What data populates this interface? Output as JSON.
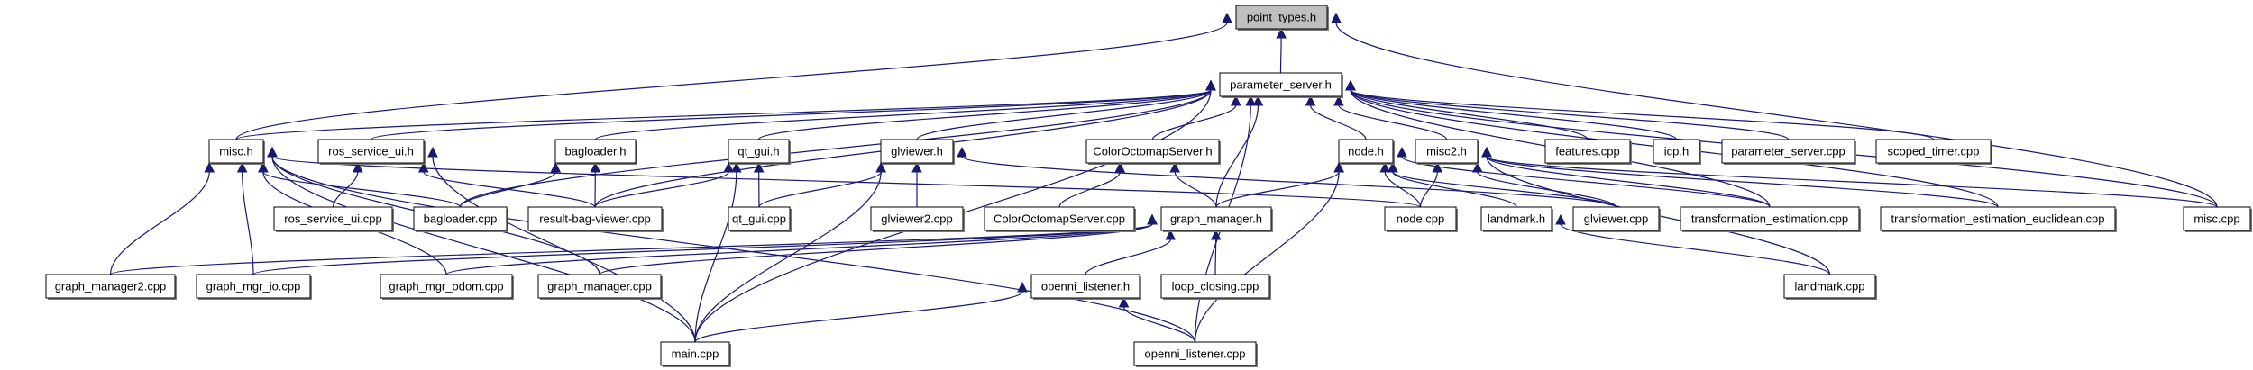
{
  "title": "point_types.h include dependency graph",
  "colors": {
    "edge": "#191970",
    "root_fill": "#bfbfbf",
    "node_fill": "#ffffff",
    "border": "#000000"
  },
  "nodes": [
    {
      "id": "point_types_h",
      "label": "point_types.h",
      "root": true
    },
    {
      "id": "parameter_server_h",
      "label": "parameter_server.h"
    },
    {
      "id": "misc_h",
      "label": "misc.h"
    },
    {
      "id": "ros_service_ui_h",
      "label": "ros_service_ui.h"
    },
    {
      "id": "bagloader_h",
      "label": "bagloader.h"
    },
    {
      "id": "qt_gui_h",
      "label": "qt_gui.h"
    },
    {
      "id": "glviewer_h",
      "label": "glviewer.h"
    },
    {
      "id": "ColorOctomapServer_h",
      "label": "ColorOctomapServer.h"
    },
    {
      "id": "node_h",
      "label": "node.h"
    },
    {
      "id": "misc2_h",
      "label": "misc2.h"
    },
    {
      "id": "features_cpp",
      "label": "features.cpp"
    },
    {
      "id": "icp_h",
      "label": "icp.h"
    },
    {
      "id": "parameter_server_cpp",
      "label": "parameter_server.cpp"
    },
    {
      "id": "scoped_timer_cpp",
      "label": "scoped_timer.cpp"
    },
    {
      "id": "ros_service_ui_cpp",
      "label": "ros_service_ui.cpp"
    },
    {
      "id": "bagloader_cpp",
      "label": "bagloader.cpp"
    },
    {
      "id": "result_bag_viewer_cpp",
      "label": "result-bag-viewer.cpp"
    },
    {
      "id": "qt_gui_cpp",
      "label": "qt_gui.cpp"
    },
    {
      "id": "glviewer2_cpp",
      "label": "glviewer2.cpp"
    },
    {
      "id": "ColorOctomapServer_cpp",
      "label": "ColorOctomapServer.cpp"
    },
    {
      "id": "graph_manager_h",
      "label": "graph_manager.h"
    },
    {
      "id": "node_cpp",
      "label": "node.cpp"
    },
    {
      "id": "landmark_h",
      "label": "landmark.h"
    },
    {
      "id": "glviewer_cpp",
      "label": "glviewer.cpp"
    },
    {
      "id": "transformation_estimation_cpp",
      "label": "transformation_estimation.cpp"
    },
    {
      "id": "transformation_estimation_euclidean_cpp",
      "label": "transformation_estimation_euclidean.cpp"
    },
    {
      "id": "misc_cpp",
      "label": "misc.cpp"
    },
    {
      "id": "graph_manager2_cpp",
      "label": "graph_manager2.cpp"
    },
    {
      "id": "graph_mgr_io_cpp",
      "label": "graph_mgr_io.cpp"
    },
    {
      "id": "graph_mgr_odom_cpp",
      "label": "graph_mgr_odom.cpp"
    },
    {
      "id": "graph_manager_cpp",
      "label": "graph_manager.cpp"
    },
    {
      "id": "openni_listener_h",
      "label": "openni_listener.h"
    },
    {
      "id": "loop_closing_cpp",
      "label": "loop_closing.cpp"
    },
    {
      "id": "landmark_cpp",
      "label": "landmark.cpp"
    },
    {
      "id": "main_cpp",
      "label": "main.cpp"
    },
    {
      "id": "openni_listener_cpp",
      "label": "openni_listener.cpp"
    }
  ],
  "edges": [
    [
      "parameter_server_h",
      "point_types_h"
    ],
    [
      "misc_h",
      "point_types_h"
    ],
    [
      "misc_cpp",
      "point_types_h"
    ],
    [
      "misc_h",
      "parameter_server_h"
    ],
    [
      "ros_service_ui_h",
      "parameter_server_h"
    ],
    [
      "bagloader_h",
      "parameter_server_h"
    ],
    [
      "qt_gui_h",
      "parameter_server_h"
    ],
    [
      "glviewer_h",
      "parameter_server_h"
    ],
    [
      "ColorOctomapServer_h",
      "parameter_server_h"
    ],
    [
      "node_h",
      "parameter_server_h"
    ],
    [
      "misc2_h",
      "parameter_server_h"
    ],
    [
      "features_cpp",
      "parameter_server_h"
    ],
    [
      "icp_h",
      "parameter_server_h"
    ],
    [
      "parameter_server_cpp",
      "parameter_server_h"
    ],
    [
      "scoped_timer_cpp",
      "parameter_server_h"
    ],
    [
      "misc_cpp",
      "parameter_server_h"
    ],
    [
      "bagloader_cpp",
      "parameter_server_h"
    ],
    [
      "result_bag_viewer_cpp",
      "parameter_server_h"
    ],
    [
      "graph_manager_h",
      "parameter_server_h"
    ],
    [
      "transformation_estimation_cpp",
      "parameter_server_h"
    ],
    [
      "transformation_estimation_euclidean_cpp",
      "parameter_server_h"
    ],
    [
      "openni_listener_cpp",
      "parameter_server_h"
    ],
    [
      "main_cpp",
      "parameter_server_h"
    ],
    [
      "bagloader_cpp",
      "misc_h"
    ],
    [
      "node_cpp",
      "misc_h"
    ],
    [
      "graph_manager2_cpp",
      "misc_h"
    ],
    [
      "graph_mgr_io_cpp",
      "misc_h"
    ],
    [
      "graph_mgr_odom_cpp",
      "misc_h"
    ],
    [
      "graph_manager_cpp",
      "misc_h"
    ],
    [
      "openni_listener_cpp",
      "misc_h"
    ],
    [
      "main_cpp",
      "misc_h"
    ],
    [
      "ros_service_ui_cpp",
      "ros_service_ui_h"
    ],
    [
      "result_bag_viewer_cpp",
      "ros_service_ui_h"
    ],
    [
      "main_cpp",
      "ros_service_ui_h"
    ],
    [
      "bagloader_cpp",
      "bagloader_h"
    ],
    [
      "result_bag_viewer_cpp",
      "bagloader_h"
    ],
    [
      "result_bag_viewer_cpp",
      "qt_gui_h"
    ],
    [
      "qt_gui_cpp",
      "qt_gui_h"
    ],
    [
      "main_cpp",
      "qt_gui_h"
    ],
    [
      "qt_gui_cpp",
      "glviewer_h"
    ],
    [
      "glviewer2_cpp",
      "glviewer_h"
    ],
    [
      "main_cpp",
      "glviewer_h"
    ],
    [
      "glviewer_cpp",
      "glviewer_h"
    ],
    [
      "ColorOctomapServer_cpp",
      "ColorOctomapServer_h"
    ],
    [
      "graph_manager_h",
      "ColorOctomapServer_h"
    ],
    [
      "graph_manager_h",
      "node_h"
    ],
    [
      "node_cpp",
      "node_h"
    ],
    [
      "landmark_h",
      "node_h"
    ],
    [
      "glviewer_cpp",
      "node_h"
    ],
    [
      "transformation_estimation_cpp",
      "node_h"
    ],
    [
      "openni_listener_cpp",
      "node_h"
    ],
    [
      "node_cpp",
      "misc2_h"
    ],
    [
      "glviewer_cpp",
      "misc2_h"
    ],
    [
      "transformation_estimation_cpp",
      "misc2_h"
    ],
    [
      "transformation_estimation_euclidean_cpp",
      "misc2_h"
    ],
    [
      "misc_cpp",
      "misc2_h"
    ],
    [
      "landmark_cpp",
      "misc2_h"
    ],
    [
      "graph_manager2_cpp",
      "graph_manager_h"
    ],
    [
      "graph_mgr_io_cpp",
      "graph_manager_h"
    ],
    [
      "graph_mgr_odom_cpp",
      "graph_manager_h"
    ],
    [
      "graph_manager_cpp",
      "graph_manager_h"
    ],
    [
      "openni_listener_h",
      "graph_manager_h"
    ],
    [
      "loop_closing_cpp",
      "graph_manager_h"
    ],
    [
      "main_cpp",
      "openni_listener_h"
    ],
    [
      "openni_listener_cpp",
      "openni_listener_h"
    ],
    [
      "landmark_cpp",
      "landmark_h"
    ]
  ]
}
